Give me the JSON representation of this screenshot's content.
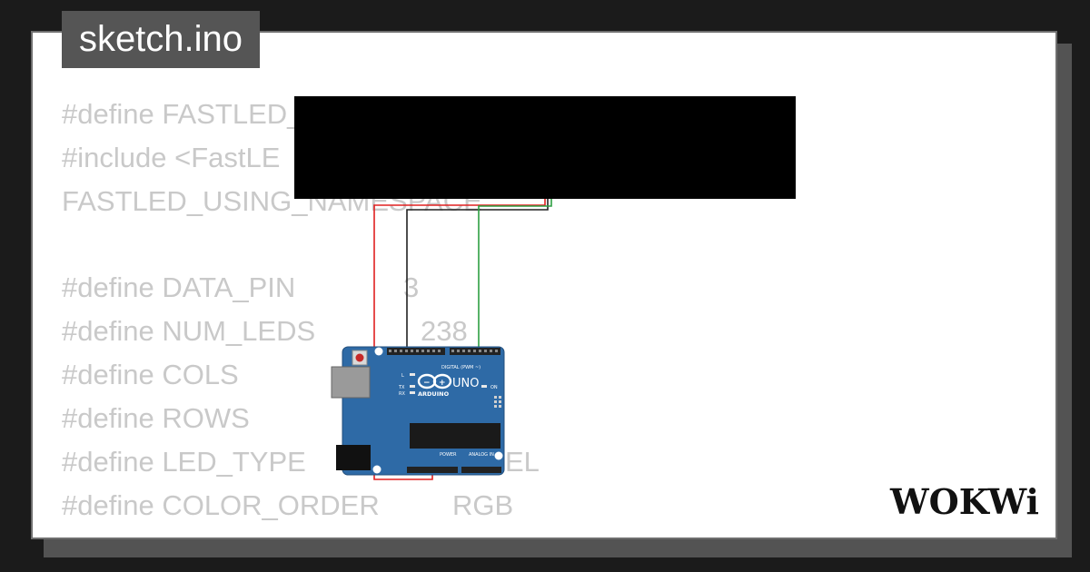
{
  "tab": {
    "label": "sketch.ino"
  },
  "code": {
    "lines": [
      "#define FASTLED_",
      "#include <FastLE",
      "FASTLED_USING_NAMESPACE",
      "#define DATA_PIN",
      "#define NUM_LEDS",
      "#define COLS",
      "#define ROWS",
      "#define LED_TYPE",
      "#define COLOR_ORDER"
    ],
    "values": {
      "data_pin": "3",
      "num_leds": "238",
      "led_type": "EL",
      "color_order": "RGB"
    }
  },
  "board": {
    "brand": "ARDUINO",
    "model": "UNO",
    "digital_label": "DIGITAL (PWM ~)",
    "power_label": "POWER",
    "analog_label": "ANALOG IN",
    "on_label": "ON",
    "l_label": "L",
    "tx_label": "TX",
    "rx_label": "RX"
  },
  "logo": {
    "text": "WOKWi"
  },
  "colors": {
    "background": "#1b1b1b",
    "card": "#ffffff",
    "tab": "#555555",
    "code_text": "#c9c9c9",
    "board_blue": "#2e6aa6",
    "wire_red": "#e02020",
    "wire_green": "#2ea043",
    "wire_black": "#222222"
  }
}
